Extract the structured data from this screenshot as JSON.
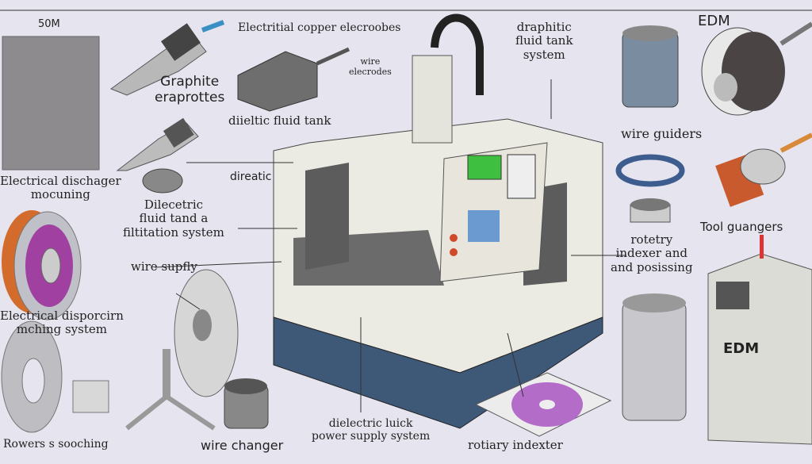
{
  "scale_label": "50M",
  "labels": {
    "copper_electrodes": "Electritial copper elecroobes",
    "wire_electrodes": [
      "wire",
      "elecrodes"
    ],
    "graphite": [
      "Graphite",
      "eraprottes"
    ],
    "dieltic_tank": "diieltic fluid tank",
    "draphitic": [
      "draphitic",
      "fluid tank",
      "system"
    ],
    "edm_top": "EDM",
    "wire_guiders": "wire guiders",
    "tool_guangers": "Tool guangers",
    "rotetry": [
      "rotetry",
      "indexer and",
      "and posissing"
    ],
    "direatic": "direatic",
    "discharge_machining": [
      "Electrical dischager",
      "mocuning"
    ],
    "filtration": [
      "Dilecetric",
      "fluid tand a",
      "filtitation system"
    ],
    "wire_supply": "wire supfly",
    "discharge_system": [
      "Electrical disporcirn",
      "mching system"
    ],
    "rowers": "Rowers s sooching",
    "wire_changer": "wire changer",
    "power_supply": [
      "dielectric luick",
      "power supply system"
    ],
    "rotiary": "rotiary indexter",
    "edm_cabinet": "EDM"
  },
  "colors": {
    "background": "#e6e4ee",
    "machine_body": "#ecebe3",
    "machine_base": "#3e5878",
    "screen": "#3fbf3f"
  }
}
